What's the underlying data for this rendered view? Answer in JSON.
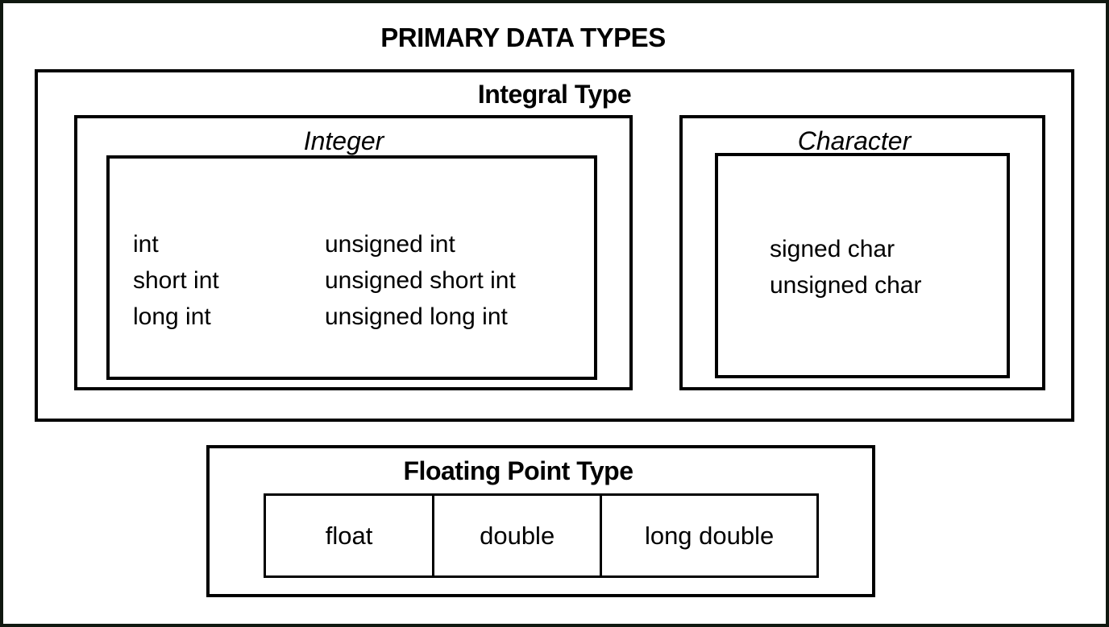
{
  "page": {
    "background": "#ffffff",
    "border_color": "#000000",
    "text_color": "#000000"
  },
  "diagram": {
    "title": "PRIMARY DATA TYPES",
    "integral": {
      "title": "Integral Type",
      "integer": {
        "title": "Integer",
        "columns": [
          [
            "int",
            "short int",
            "long int"
          ],
          [
            "unsigned int",
            "unsigned short int",
            "unsigned long int"
          ]
        ]
      },
      "character": {
        "title": "Character",
        "items": [
          "signed char",
          "unsigned char"
        ]
      }
    },
    "floating": {
      "title": "Floating Point Type",
      "cells": [
        "float",
        "double",
        "long double"
      ]
    }
  }
}
